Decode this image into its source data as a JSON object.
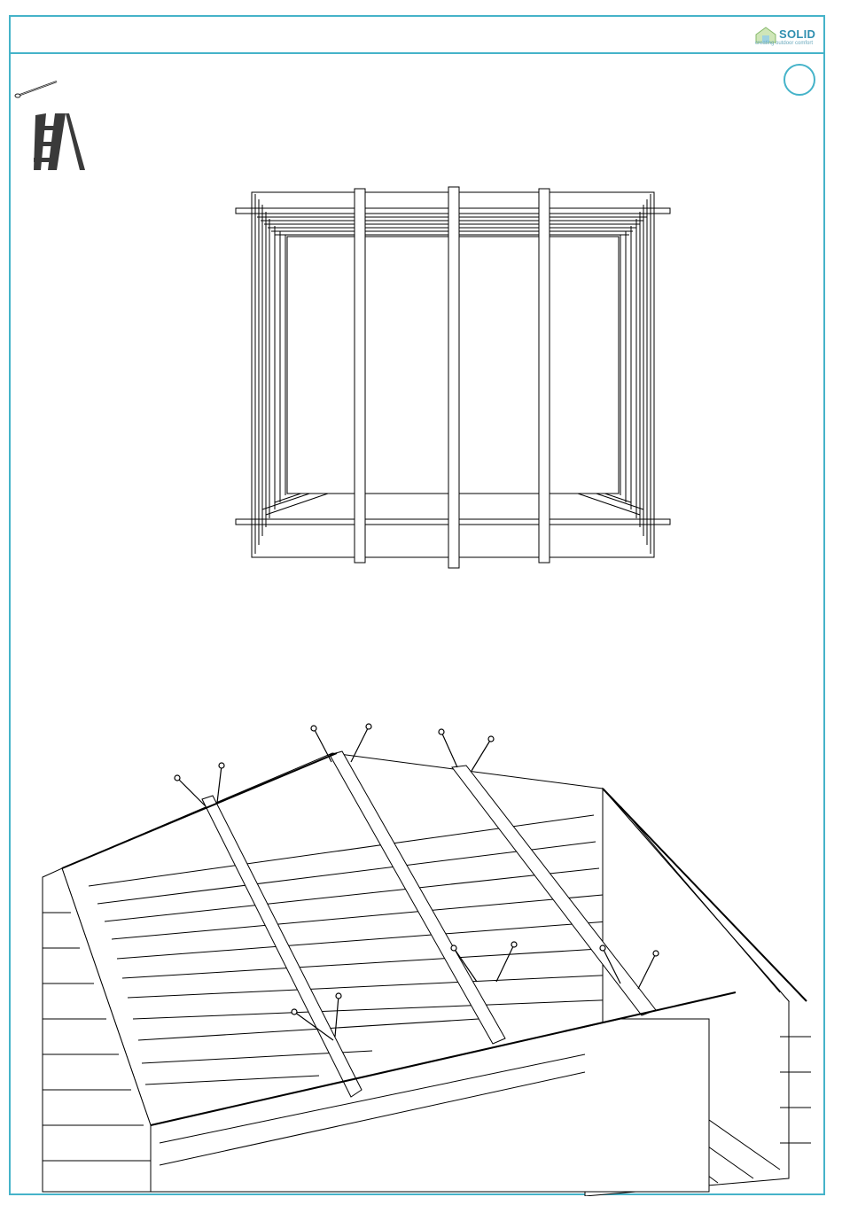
{
  "brand": {
    "name": "SOLID",
    "tagline": "creating outdoor comfort",
    "color": "#45b3c9"
  },
  "step": {
    "number": ""
  },
  "tools": {
    "items": [
      "nail-icon",
      "ladder-icon"
    ]
  },
  "illustrations": {
    "top_view": "plan-view-roof-frame",
    "perspective_view": "roof-boards-with-purlins"
  }
}
